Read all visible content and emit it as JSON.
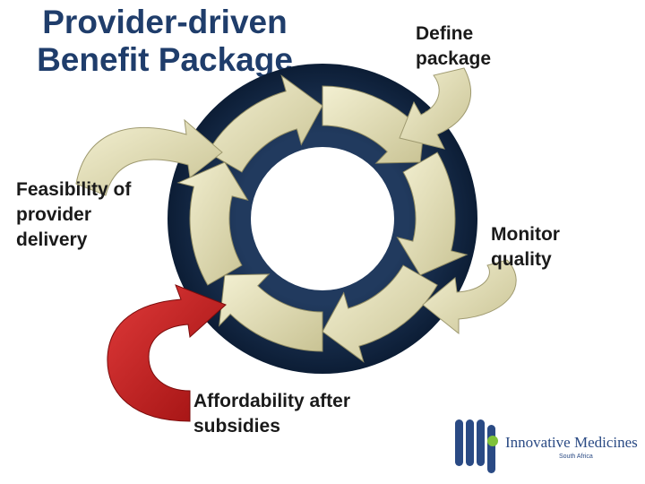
{
  "title": {
    "line1": "Provider-driven",
    "line2": "Benefit Package"
  },
  "labels": {
    "define_package": [
      "Define",
      "package"
    ],
    "monitor_quality": [
      "Monitor",
      "quality"
    ],
    "feasibility": [
      "Feasibility of",
      "provider",
      "delivery"
    ],
    "affordability": [
      "Affordability after",
      "subsidies"
    ]
  },
  "logo": {
    "name": "Innovative Medicines",
    "sub": "South Africa"
  },
  "colors": {
    "title": "#1f3d6b",
    "ring": "#0f2440",
    "arrow_fill": "#e6e2b3",
    "red_arrow": "#c41e1e",
    "logo_blue": "#2a4a84",
    "logo_green": "#7fc23a"
  }
}
